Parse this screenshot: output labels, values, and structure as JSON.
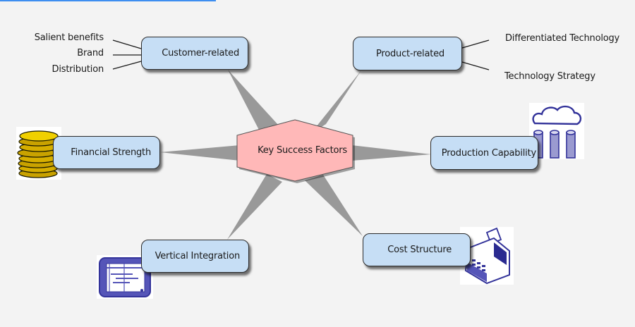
{
  "diagram": {
    "center": {
      "label": "Key Success Factors"
    },
    "nodes": {
      "customer": {
        "label": "Customer-related",
        "sub_items": [
          "Salient benefits",
          "Brand",
          "Distribution"
        ]
      },
      "product": {
        "label": "Product-related",
        "sub_items": [
          "Differentiated Technology",
          "Technology Strategy"
        ]
      },
      "financial": {
        "label": "Financial Strength",
        "icon": "coins-stack-icon"
      },
      "production": {
        "label": "Production Capability",
        "icon": "factory-smokestacks-icon"
      },
      "vertical": {
        "label": "Vertical Integration",
        "icon": "gantt-chart-icon"
      },
      "cost": {
        "label": "Cost Structure",
        "icon": "cash-register-icon"
      }
    }
  },
  "colors": {
    "background": "#f3f3f3",
    "node_fill": "#c6def5",
    "center_fill": "#ffb8b8",
    "ray_fill": "#999999",
    "icon_blue": "#3333a0",
    "coin_gold": "#e8c000",
    "top_accent": "#3d8ef0"
  }
}
